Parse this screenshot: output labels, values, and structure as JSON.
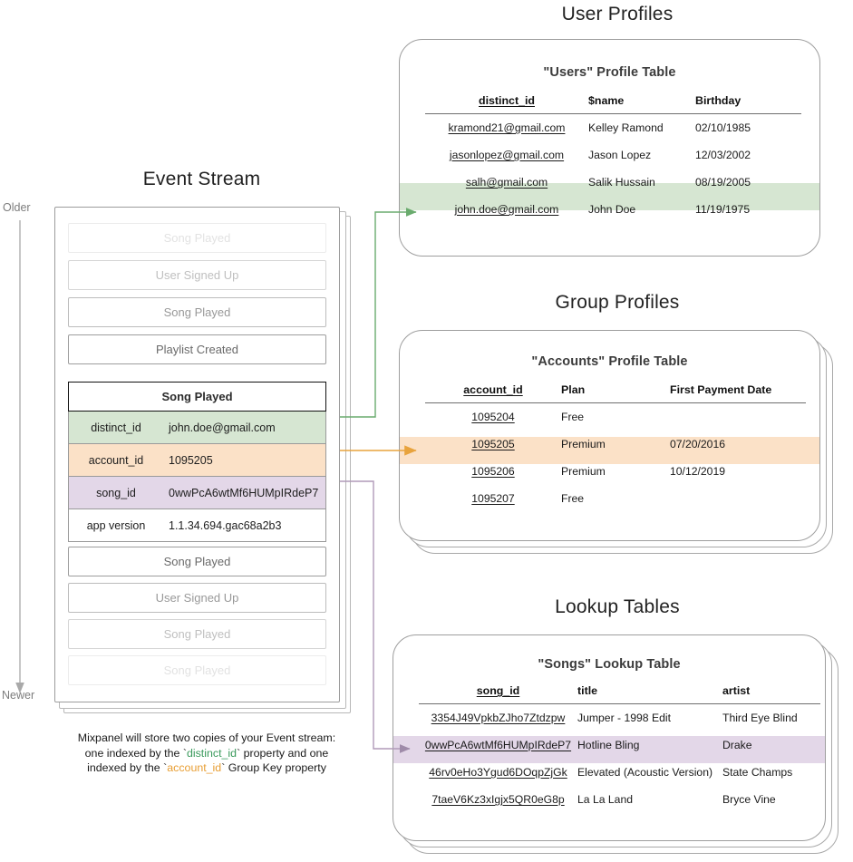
{
  "sections": {
    "user_profiles_title": "User Profiles",
    "group_profiles_title": "Group Profiles",
    "lookup_tables_title": "Lookup Tables",
    "event_stream_title": "Event Stream"
  },
  "timeline": {
    "older_label": "Older",
    "newer_label": "Newer"
  },
  "event_stream": {
    "events_before": [
      {
        "label": "Song Played",
        "opacity": 0.16
      },
      {
        "label": "User Signed Up",
        "opacity": 0.36
      },
      {
        "label": "Song Played",
        "opacity": 0.58
      },
      {
        "label": "Playlist Created",
        "opacity": 0.85
      }
    ],
    "events_after": [
      {
        "label": "Song Played",
        "opacity": 0.85
      },
      {
        "label": "User Signed Up",
        "opacity": 0.58
      },
      {
        "label": "Song Played",
        "opacity": 0.36
      },
      {
        "label": "Song Played",
        "opacity": 0.16
      }
    ],
    "selected_event": {
      "name": "Song Played",
      "properties": [
        {
          "key": "distinct_id",
          "value": "john.doe@gmail.com",
          "highlight": "green"
        },
        {
          "key": "account_id",
          "value": "1095205",
          "highlight": "orange"
        },
        {
          "key": "song_id",
          "value": "0wwPcA6wtMf6HUMpIRdeP7",
          "highlight": "purple"
        },
        {
          "key": "app version",
          "value": "1.1.34.694.gac68a2b3",
          "highlight": "none"
        }
      ]
    },
    "caption": {
      "line1": "Mixpanel will store two copies of your Event stream:",
      "line2_pre": "one indexed by the `",
      "line2_token": "distinct_id",
      "line2_post": "` property and one",
      "line3_pre": "indexed by the `",
      "line3_token": "account_id",
      "line3_post": "` Group Key property"
    }
  },
  "users_table": {
    "title": "\"Users\" Profile Table",
    "columns": [
      "distinct_id",
      "$name",
      "Birthday"
    ],
    "rows": [
      {
        "cells": [
          "kramond21@gmail.com",
          "Kelley Ramond",
          "02/10/1985"
        ],
        "highlight": "none"
      },
      {
        "cells": [
          "jasonlopez@gmail.com",
          "Jason Lopez",
          "12/03/2002"
        ],
        "highlight": "none"
      },
      {
        "cells": [
          "salh@gmail.com",
          "Salik Hussain",
          "08/19/2005"
        ],
        "highlight": "none"
      },
      {
        "cells": [
          "john.doe@gmail.com",
          "John Doe",
          "11/19/1975"
        ],
        "highlight": "green"
      }
    ]
  },
  "accounts_table": {
    "title": "\"Accounts\" Profile Table",
    "columns": [
      "account_id",
      "Plan",
      "First Payment Date"
    ],
    "rows": [
      {
        "cells": [
          "1095204",
          "Free",
          ""
        ],
        "highlight": "none"
      },
      {
        "cells": [
          "1095205",
          "Premium",
          "07/20/2016"
        ],
        "highlight": "orange"
      },
      {
        "cells": [
          "1095206",
          "Premium",
          "10/12/2019"
        ],
        "highlight": "none"
      },
      {
        "cells": [
          "1095207",
          "Free",
          ""
        ],
        "highlight": "none"
      }
    ]
  },
  "songs_table": {
    "title": "\"Songs\" Lookup Table",
    "columns": [
      "song_id",
      "title",
      "artist"
    ],
    "rows": [
      {
        "cells": [
          "3354J49VpkbZJho7Ztdzpw",
          "Jumper - 1998 Edit",
          "Third Eye Blind"
        ],
        "highlight": "none"
      },
      {
        "cells": [
          "0wwPcA6wtMf6HUMpIRdeP7",
          "Hotline Bling",
          "Drake"
        ],
        "highlight": "purple"
      },
      {
        "cells": [
          "46rv0eHo3Ygud6DOqpZjGk",
          "Elevated (Acoustic Version)",
          "State Champs"
        ],
        "highlight": "none"
      },
      {
        "cells": [
          "7taeV6Kz3xIgjx5QR0eG8p",
          "La La Land",
          "Bryce Vine"
        ],
        "highlight": "none"
      }
    ]
  },
  "colors": {
    "green_row": "#d6e6d2",
    "orange_row": "#fbe1c7",
    "purple_row": "#e3d7e8",
    "green_connector": "#6aab6e",
    "orange_connector": "#e8a33d",
    "purple_connector": "#b09ab8",
    "timeline": "#a9a9a9",
    "panel_border": "#9e9e9e"
  }
}
